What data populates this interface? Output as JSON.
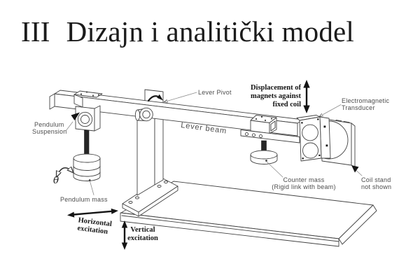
{
  "slide": {
    "title_numeral": "III",
    "title_text": "Dizajn i analitički model"
  },
  "figure": {
    "labels": {
      "lever_pivot": "Lever Pivot",
      "lever_beam": "Lever beam",
      "pendulum_suspension_1": "Pendulum",
      "pendulum_suspension_2": "Suspension",
      "pendulum_mass": "Pendulum mass",
      "theta": "θ",
      "displacement_1": "Displacement of",
      "displacement_2": "magnets against",
      "displacement_3": "fixed coil",
      "transducer_1": "Electromagnetic",
      "transducer_2": "Transducer",
      "counter_mass_1": "Counter mass",
      "counter_mass_2": "(Rigid link with beam)",
      "coil_stand_1": "Coil stand",
      "coil_stand_2": "not shown",
      "horizontal_excitation_1": "Horizontal",
      "horizontal_excitation_2": "excitation",
      "vertical_excitation_1": "Vertical",
      "vertical_excitation_2": "excitation"
    },
    "colors": {
      "background": "#ffffff",
      "line": "#424242",
      "label_text": "#4d4d4d",
      "emphasis_text": "#151515",
      "title_text": "#1b1b1b"
    }
  }
}
